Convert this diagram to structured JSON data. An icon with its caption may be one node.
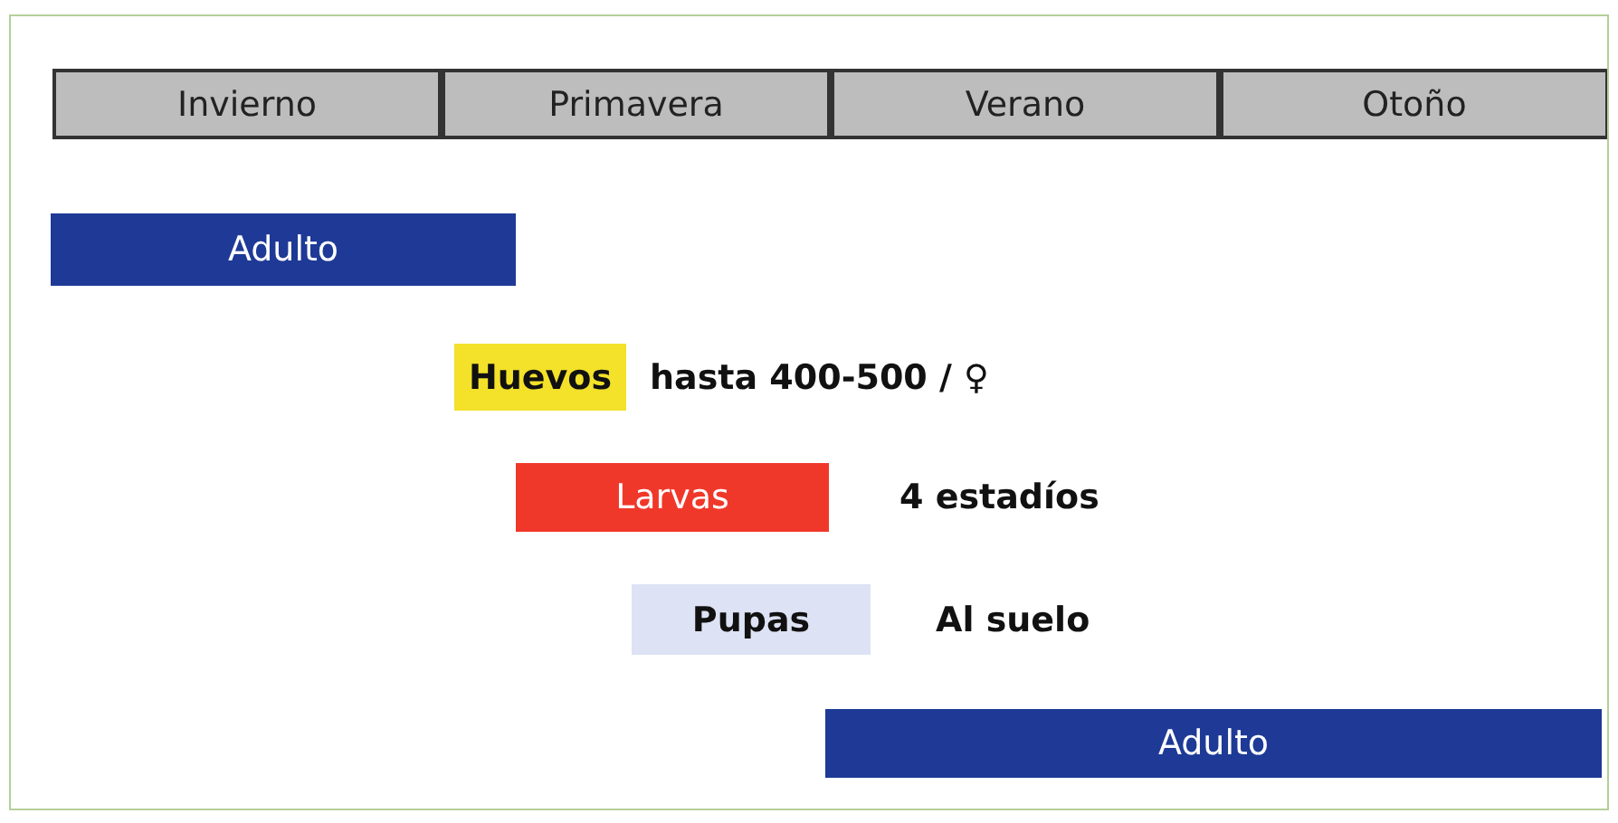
{
  "diagram": {
    "nodes": [
      {
        "text": [
          "Invierno"
        ]
      },
      {
        "text": [
          "Primavera"
        ]
      },
      {
        "text": [
          "Verano"
        ]
      },
      {
        "text": [
          "Otoño"
        ]
      },
      {
        "text": [
          "Adulto"
        ]
      },
      {
        "text": [
          "Huevos"
        ],
        "beside": [
          "hasta 400-500 / ♀"
        ]
      },
      {
        "text": [
          "Larvas"
        ],
        "beside": [
          "4 estadíos"
        ]
      },
      {
        "text": [
          "Pupas"
        ],
        "beside": [
          "Al suelo"
        ]
      },
      {
        "text": [
          "Adulto"
        ]
      }
    ],
    "edges": []
  }
}
